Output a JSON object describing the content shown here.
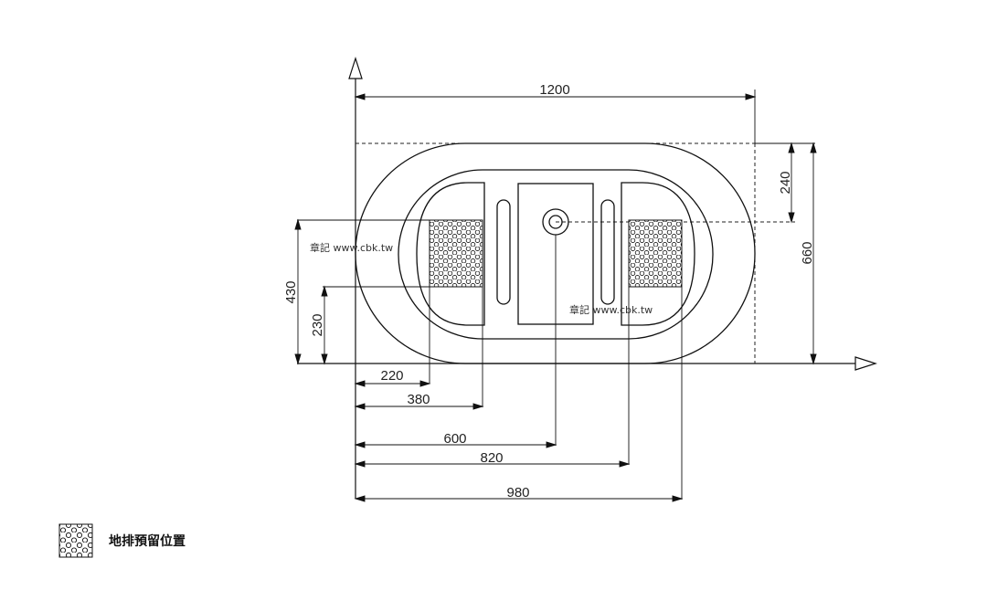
{
  "dimensions": {
    "overall_length": "1200",
    "overall_width": "660",
    "drain_offset_y": "240",
    "drain_zone_height": "430",
    "drain_zone_center_y": "230",
    "left_zone_start": "220",
    "left_zone_end": "380",
    "drain_x": "600",
    "right_zone_start": "820",
    "right_zone_end": "980"
  },
  "watermarks": [
    "章記 www.cbk.tw",
    "章記 www.cbk.tw"
  ],
  "legend": {
    "label": "地排預留位置",
    "icon": "hexagon-pattern-icon"
  },
  "colors": {
    "line": "#111111",
    "dashed": "#222222"
  }
}
